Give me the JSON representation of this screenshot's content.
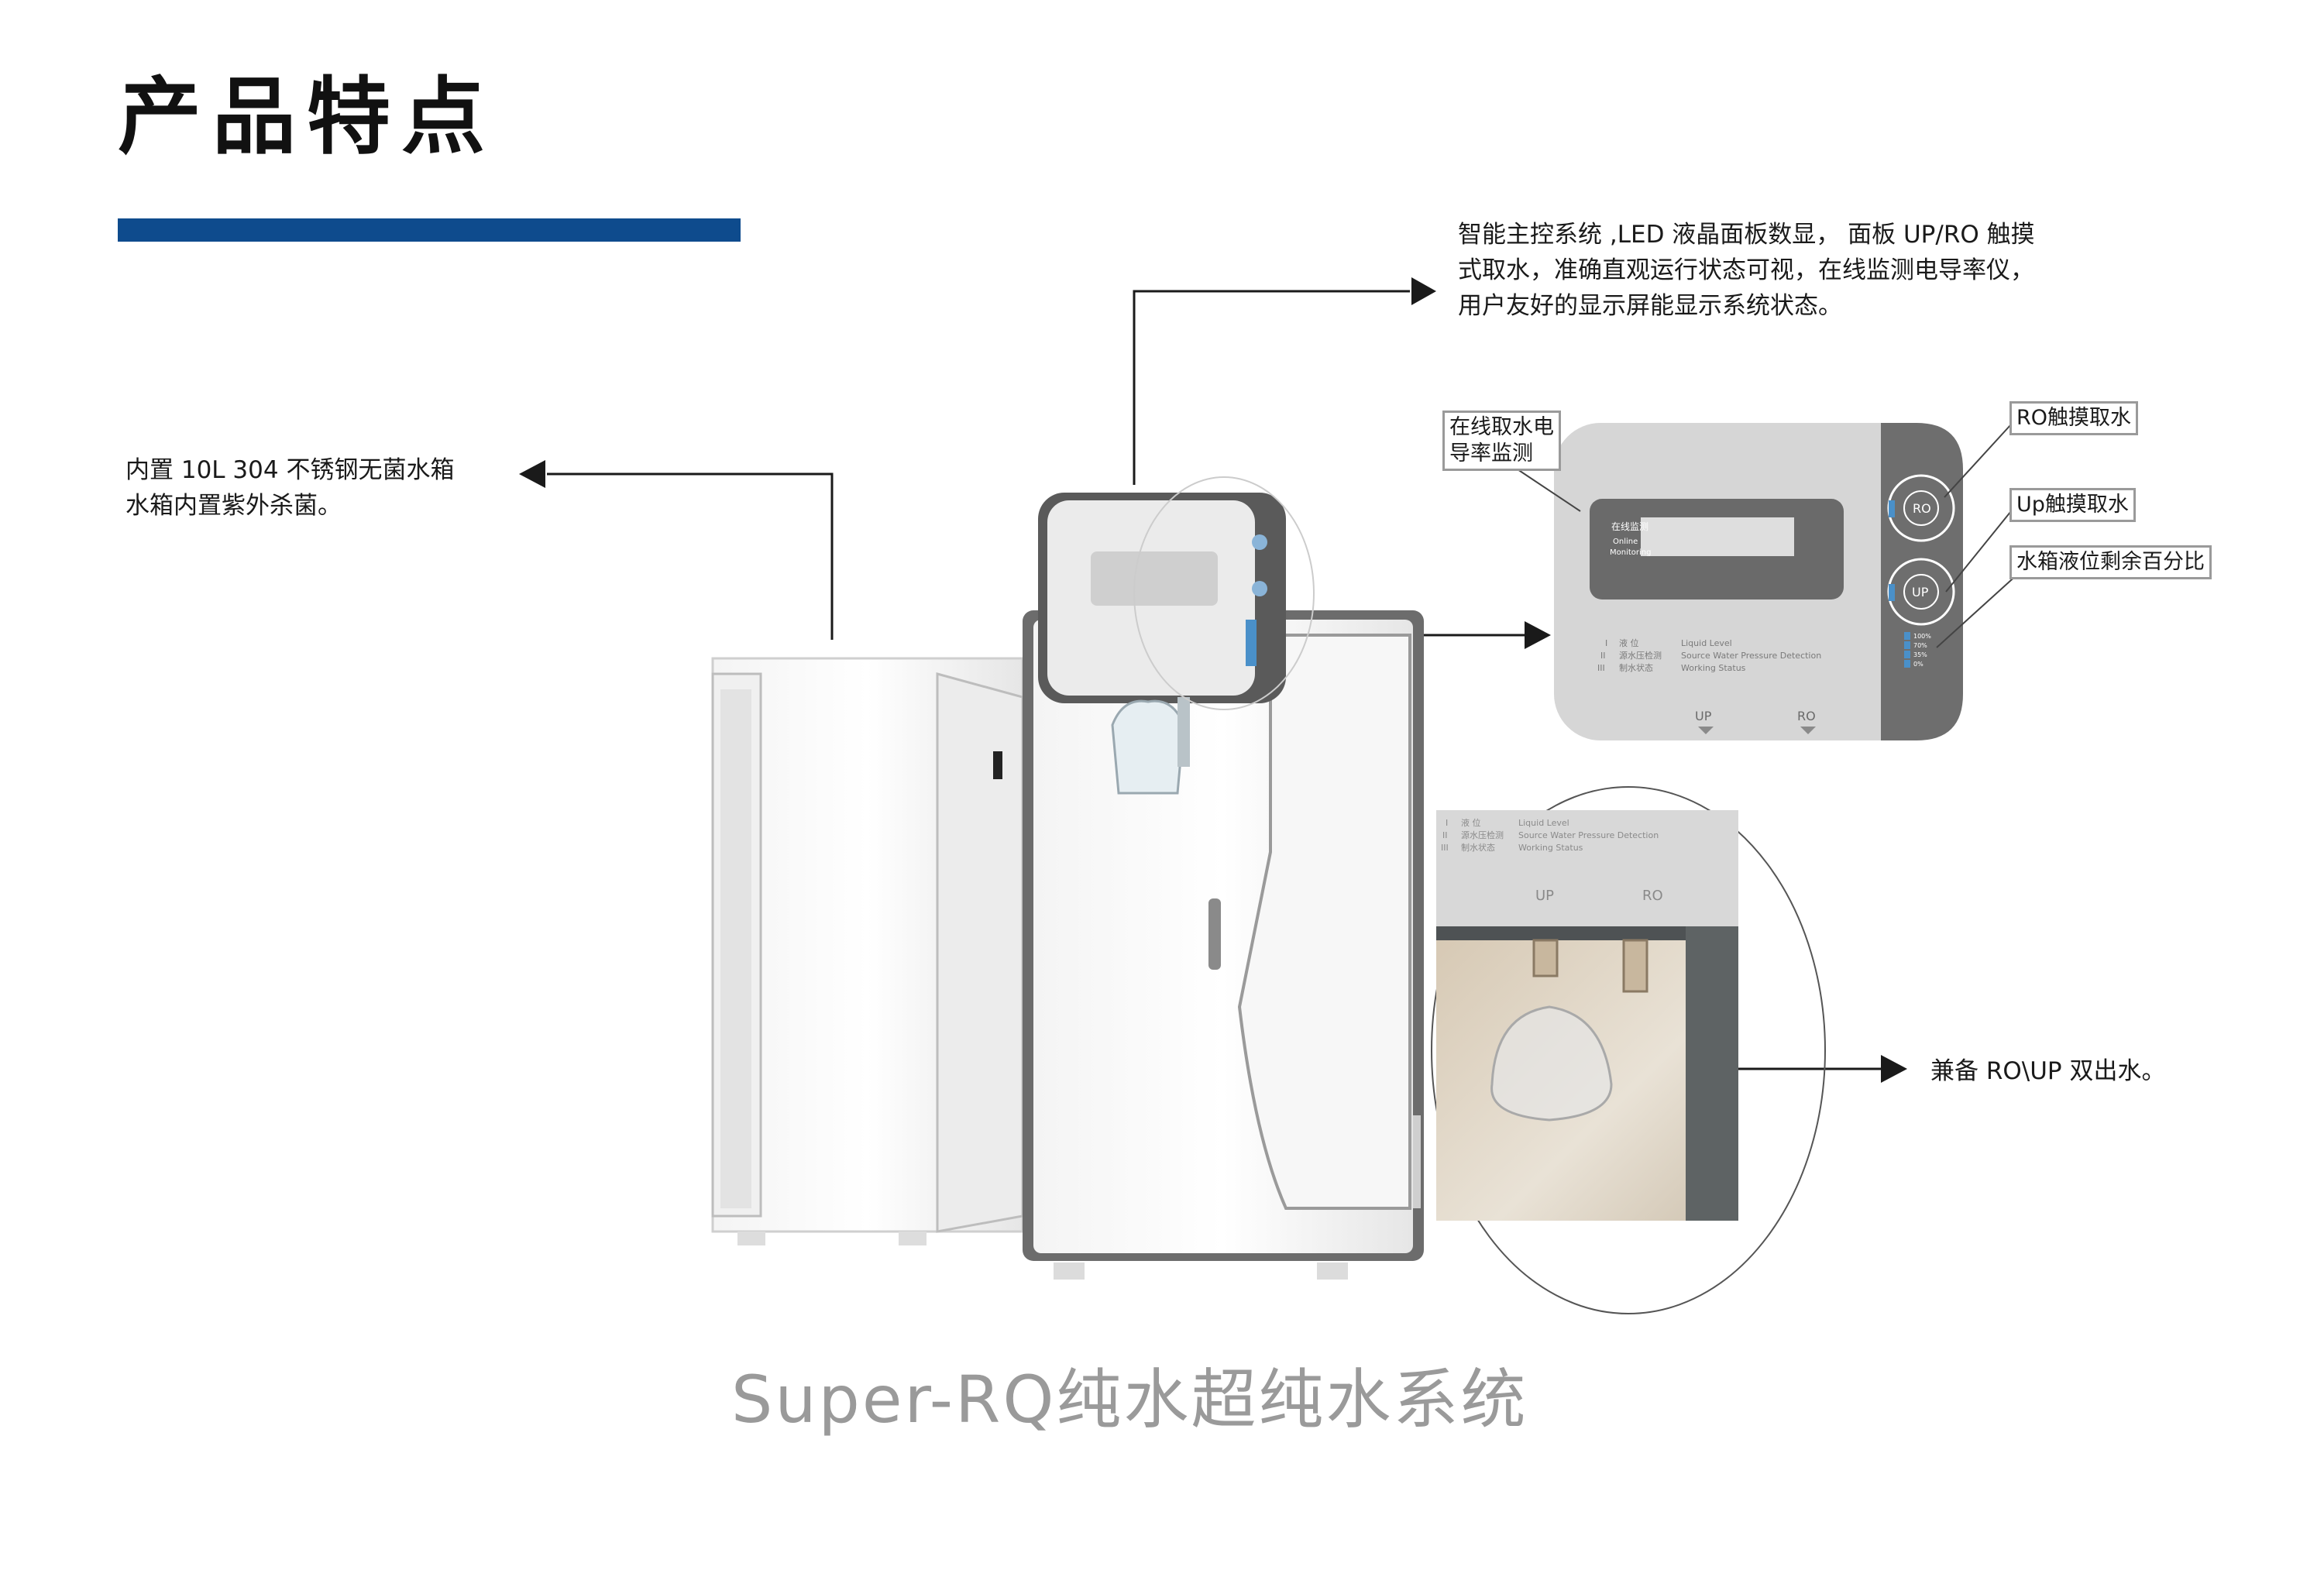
{
  "page": {
    "title": "产品特点",
    "accent_color": "#0e4b8d"
  },
  "features": {
    "control_lines": [
      "智能主控系统 ,LED 液晶面板数显， 面板 UP/RO 触摸",
      "式取水，准确直观运行状态可视，在线监测电导率仪，",
      "用户友好的显示屏能显示系统状态。"
    ],
    "tank_lines": [
      "内置  10L  304 不锈钢无菌水箱",
      "水箱内置紫外杀菌。"
    ],
    "dual_outlet": "兼备 RO\\UP 双出水。"
  },
  "panel": {
    "callouts": {
      "online_conductivity": [
        "在线取水电",
        "导率监测"
      ],
      "ro_touch": "RO触摸取水",
      "up_touch": "Up触摸取水",
      "tank_level": "水箱液位剩余百分比"
    },
    "screen_label_cn": "在线监测",
    "screen_label_en": [
      "Online",
      "Monitoring"
    ],
    "legend": [
      {
        "roman": "I",
        "cn": "液   位",
        "en": "Liquid Level"
      },
      {
        "roman": "II",
        "cn": "源水压检测",
        "en": "Source Water Pressure Detection"
      },
      {
        "roman": "III",
        "cn": "制水状态",
        "en": "Working Status"
      }
    ],
    "level_percents": [
      "100%",
      "70%",
      "35%",
      "0%"
    ],
    "buttons": {
      "ro": "RO",
      "up": "UP"
    },
    "outlets": {
      "up": "UP",
      "ro": "RO"
    }
  },
  "product": {
    "name": "Super-RQ纯水超纯水系统"
  }
}
